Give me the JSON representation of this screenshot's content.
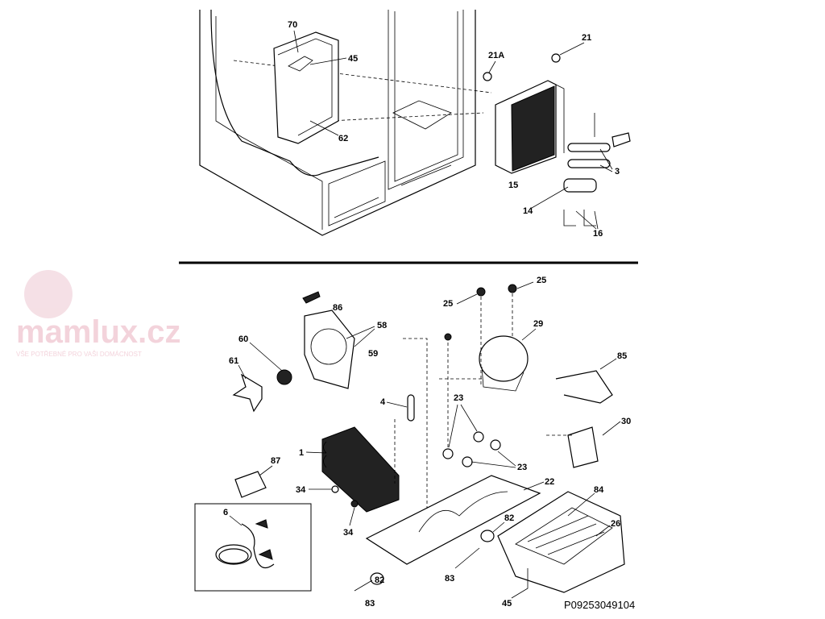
{
  "diagram": {
    "drawing_code": "P09253049104",
    "watermark": {
      "brand": "mamlux.cz",
      "tagline": "VŠE POTŘEBNÉ PRO VAŠI DOMÁCNOST"
    },
    "top_section": {
      "callouts": {
        "c70": "70",
        "c45": "45",
        "c62": "62",
        "c21": "21",
        "c21a": "21A",
        "c3": "3",
        "c15": "15",
        "c14": "14",
        "c16": "16"
      }
    },
    "bottom_section": {
      "callouts": {
        "c86": "86",
        "c58": "58",
        "c59": "59",
        "c60": "60",
        "c61": "61",
        "c4": "4",
        "c1": "1",
        "c87": "87",
        "c34a": "34",
        "c34b": "34",
        "c6": "6",
        "c25a": "25",
        "c25b": "25",
        "c29": "29",
        "c85": "85",
        "c30": "30",
        "c23a": "23",
        "c23b": "23",
        "c22": "22",
        "c84": "84",
        "c82a": "82",
        "c26": "26",
        "c83a": "83",
        "c82b": "82",
        "c83b": "83",
        "c45": "45"
      }
    }
  }
}
